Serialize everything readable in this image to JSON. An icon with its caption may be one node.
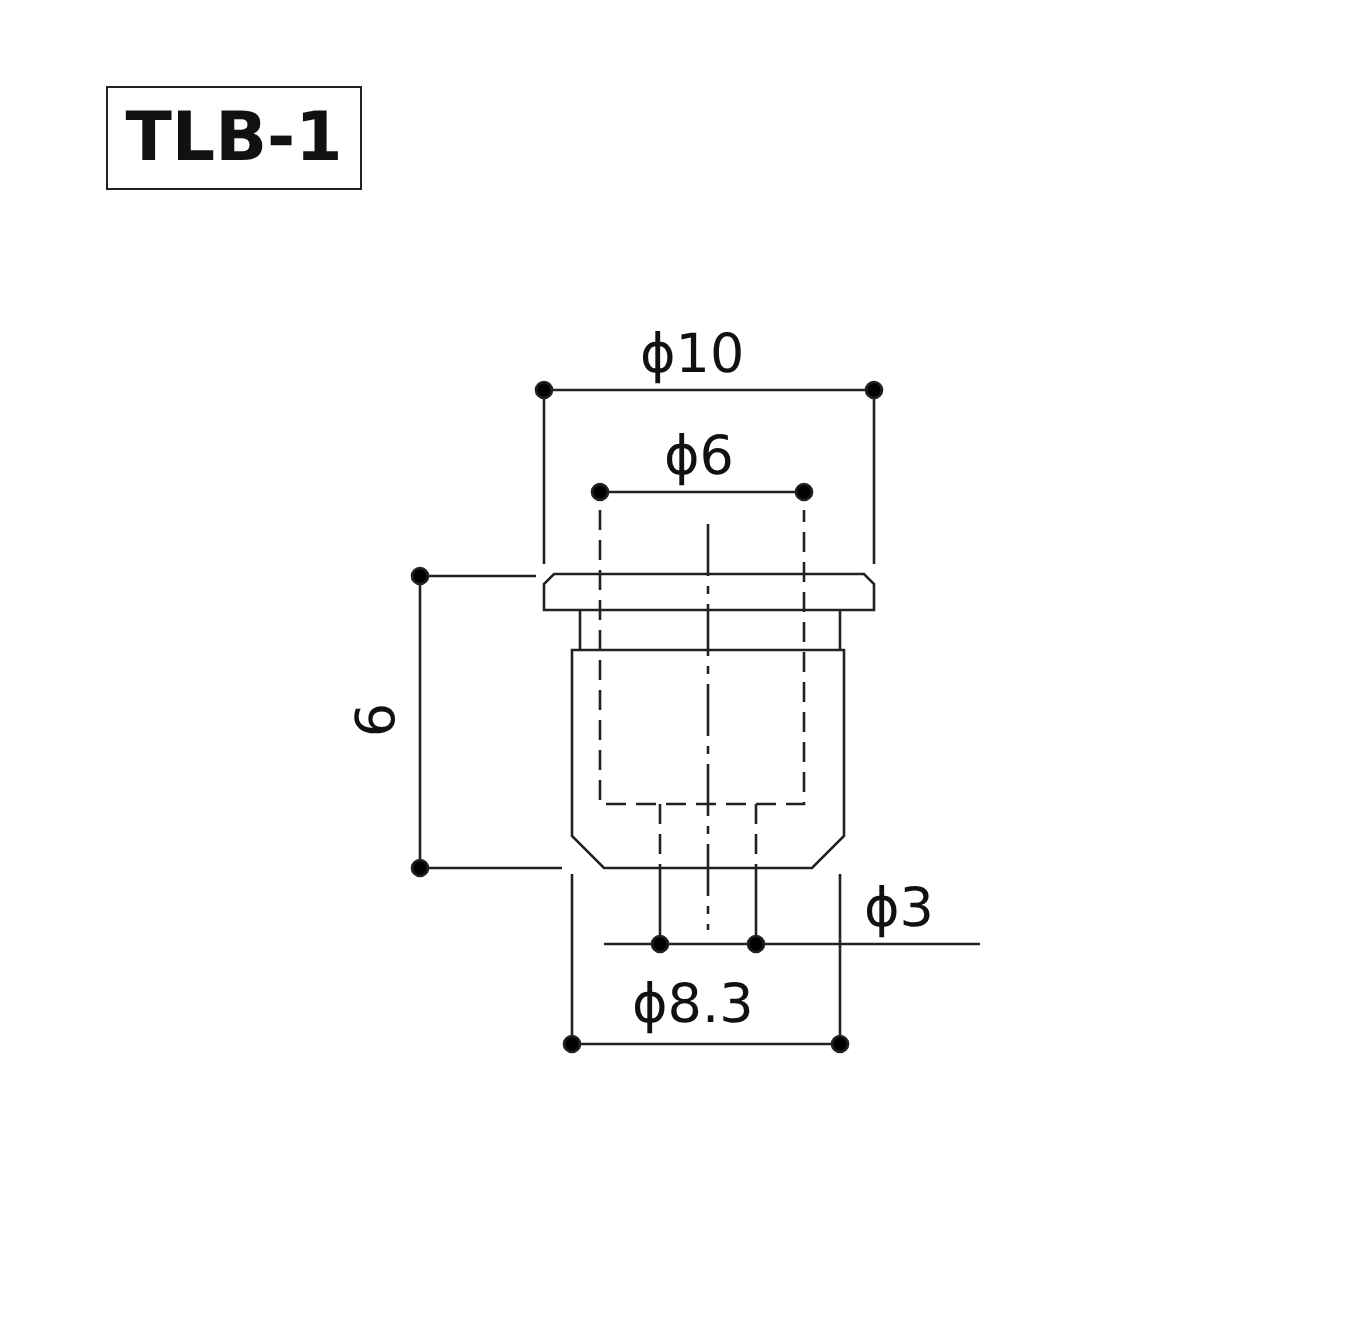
{
  "diagram": {
    "title": "TLB-1",
    "labels": [
      "ϕ10",
      "ϕ6",
      "9",
      "ϕ3",
      "ϕ8.3"
    ]
  }
}
